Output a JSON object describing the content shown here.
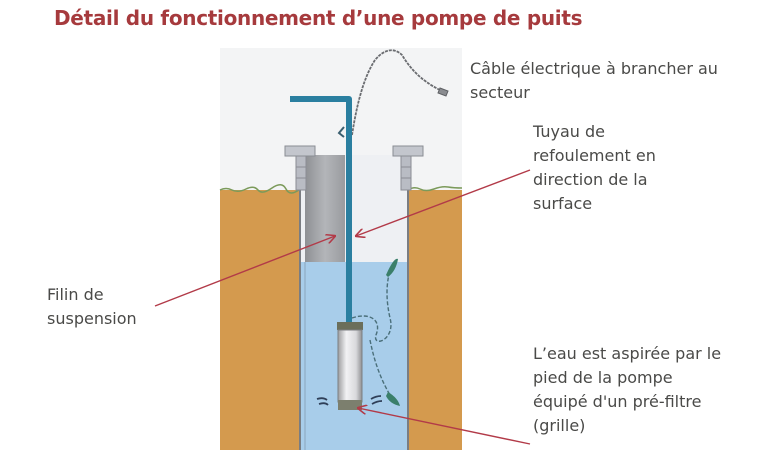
{
  "title": "Détail du fonctionnement d’une pompe de puits",
  "labels": {
    "cable": "Câble électrique à brancher au\nsecteur",
    "pipe": "Tuyau de\nrefoulement en\ndirection de la\nsurface",
    "wire": "Filin de\nsuspension",
    "water": "L’eau est aspirée par le\npied de la pompe\néquipé d'un pré-filtre\n(grille)"
  },
  "colors": {
    "title": "#a63a3d",
    "label_text": "#4a4a48",
    "arrow": "#b23a48",
    "soil": "#d49a4e",
    "water": "#a8cdea",
    "pipe": "#2a7fa0",
    "sky": "#f3f4f5",
    "brick": "#b9bcc4",
    "casing": "#8e9094"
  },
  "diagram": {
    "components": [
      {
        "name": "electric-cable",
        "label_key": "cable"
      },
      {
        "name": "discharge-pipe",
        "label_key": "pipe"
      },
      {
        "name": "suspension-wire",
        "label_key": "wire"
      },
      {
        "name": "pump-intake-filter",
        "label_key": "water"
      }
    ]
  }
}
